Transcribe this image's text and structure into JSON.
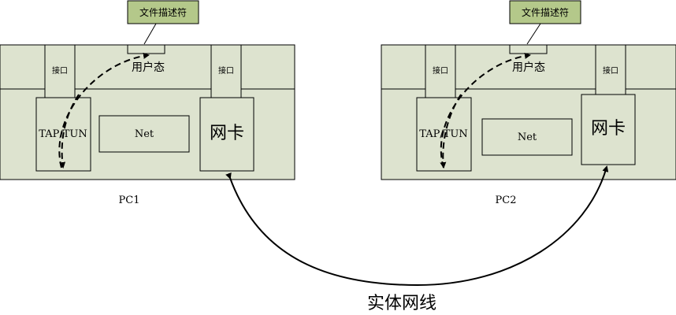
{
  "pcs": [
    {
      "label": "PC1",
      "callout": "文件描述符",
      "user_space": "用户态",
      "interface_left": "接口",
      "interface_right": "接口",
      "tap_tun": "TAP/TUN",
      "net": "Net",
      "nic": "网卡"
    },
    {
      "label": "PC2",
      "callout": "文件描述符",
      "user_space": "用户态",
      "interface_left": "接口",
      "interface_right": "接口",
      "tap_tun": "TAP/TUN",
      "net": "Net",
      "nic": "网卡"
    }
  ],
  "cable_label": "实体网线"
}
